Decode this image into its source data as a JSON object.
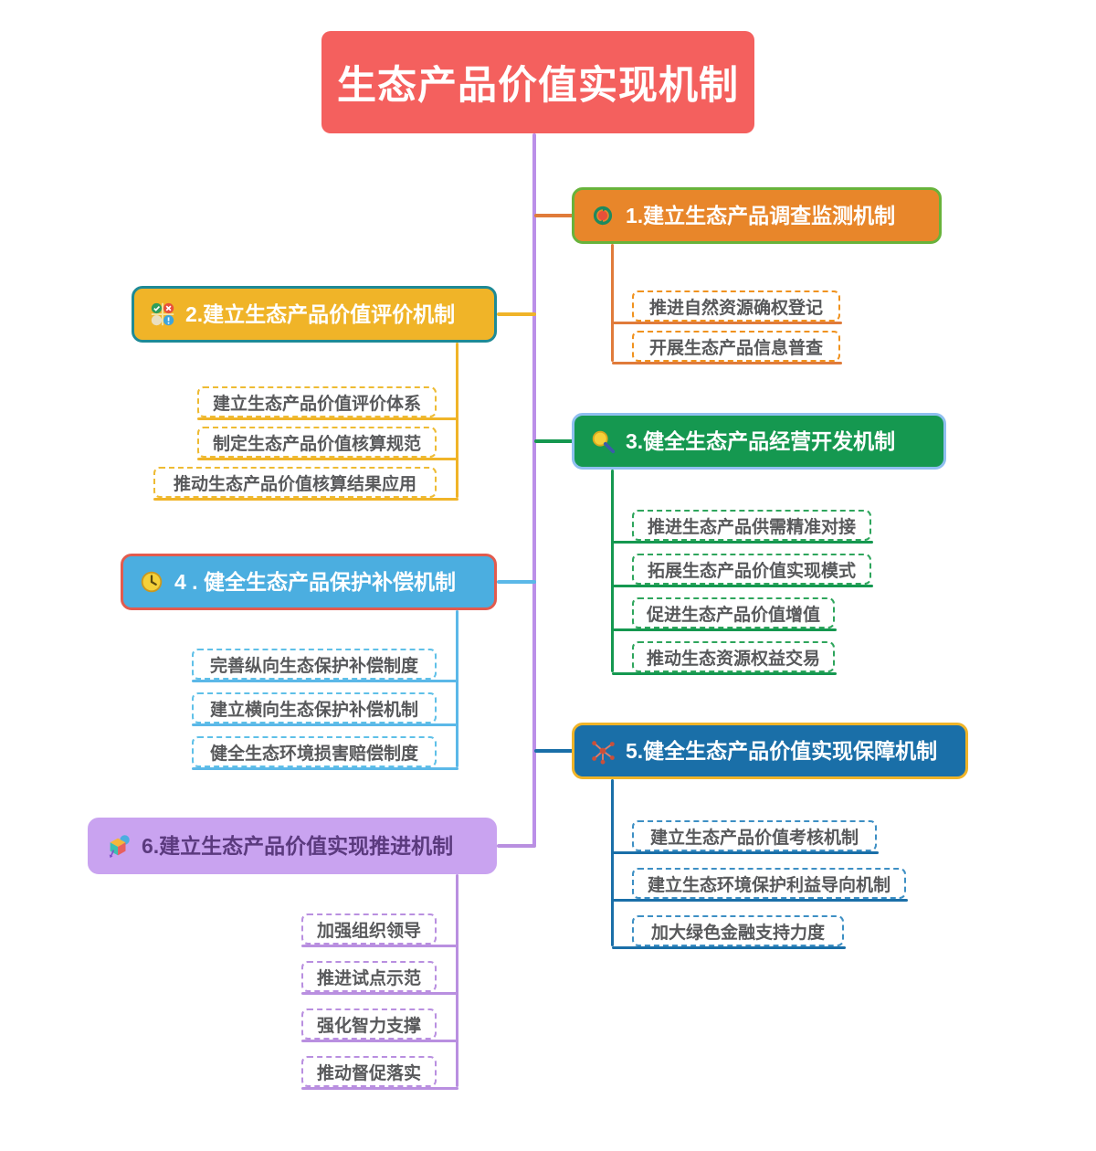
{
  "diagram": {
    "type": "mindmap",
    "root": {
      "label": "生态产品价值实现机制",
      "fill": "#F4605E",
      "text_color": "#FFFFFF"
    },
    "spine_color": "#BB8FE8",
    "branches": [
      {
        "id": "branch-1",
        "side": "right",
        "label": "1.建立生态产品调查监测机制",
        "icon": "recycle-icon",
        "fill": "#E8862A",
        "border": "#68B33B",
        "text_color": "#FFFFFF",
        "connector": "#E07B3A",
        "leaf_border": "#F0921E",
        "children": [
          "推进自然资源确权登记",
          "开展生态产品信息普查"
        ]
      },
      {
        "id": "branch-2",
        "side": "left",
        "label": "2.建立生态产品价值评价机制",
        "icon": "quadrant-matrix-icon",
        "fill": "#F0B428",
        "border": "#1E8A96",
        "text_color": "#FFFFFF",
        "connector": "#F0B428",
        "leaf_border": "#EEBB33",
        "children": [
          "建立生态产品价值评价体系",
          "制定生态产品价值核算规范",
          "推动生态产品价值核算结果应用"
        ]
      },
      {
        "id": "branch-3",
        "side": "right",
        "label": "3.健全生态产品经营开发机制",
        "icon": "magnifier-icon",
        "fill": "#159850",
        "border": "#90BFF0",
        "text_color": "#FFFFFF",
        "connector": "#159850",
        "leaf_border": "#2EA55C",
        "children": [
          "推进生态产品供需精准对接",
          "拓展生态产品价值实现模式",
          "促进生态产品价值增值",
          "推动生态资源权益交易"
        ]
      },
      {
        "id": "branch-4",
        "side": "left",
        "label": "4 . 健全生态产品保护补偿机制",
        "icon": "clock-icon",
        "fill": "#4BAEE0",
        "border": "#E25B4E",
        "text_color": "#FFFFFF",
        "connector": "#5BB8E8",
        "leaf_border": "#5FC0E8",
        "children": [
          "完善纵向生态保护补偿制度",
          "建立横向生态保护补偿机制",
          "健全生态环境损害赔偿制度"
        ]
      },
      {
        "id": "branch-5",
        "side": "right",
        "label": "5.健全生态产品价值实现保障机制",
        "icon": "network-nodes-icon",
        "fill": "#1A6FA8",
        "border": "#F0B428",
        "text_color": "#FFFFFF",
        "connector": "#1A6FA8",
        "leaf_border": "#3D8FC4",
        "children": [
          "建立生态产品价值考核机制",
          "建立生态环境保护利益导向机制",
          "加大绿色金融支持力度"
        ]
      },
      {
        "id": "branch-6",
        "side": "left",
        "label": "6.建立生态产品价值实现推进机制",
        "icon": "cube-balloon-icon",
        "fill": "#C9A3F0",
        "border": "#C9A3F0",
        "text_color": "#5B3A7E",
        "connector": "#B98FE0",
        "leaf_border": "#B98FE0",
        "children": [
          "加强组织领导",
          "推进试点示范",
          "强化智力支撑",
          "推动督促落实"
        ]
      }
    ]
  }
}
